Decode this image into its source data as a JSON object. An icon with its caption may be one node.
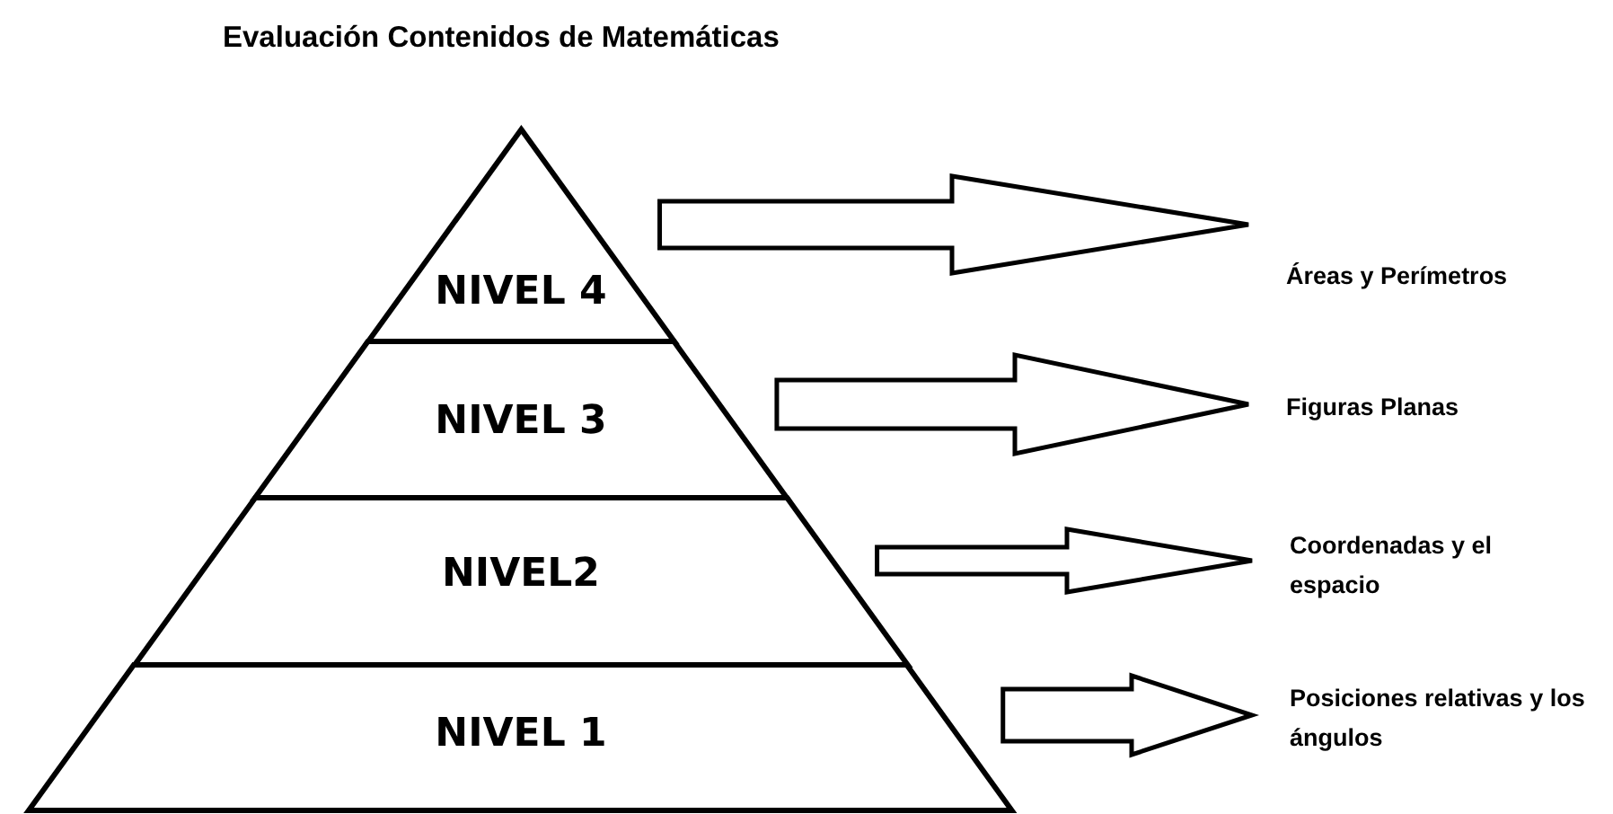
{
  "diagram": {
    "title": "Evaluación Contenidos de Matemáticas",
    "nodes": [
      {
        "text": [
          "NIVEL 4"
        ]
      },
      {
        "text": [
          "NIVEL 3"
        ]
      },
      {
        "text": [
          "NIVEL2"
        ]
      },
      {
        "text": [
          "NIVEL 1"
        ]
      },
      {
        "text": [
          "Áreas y Perímetros"
        ]
      },
      {
        "text": [
          "Figuras Planas"
        ]
      },
      {
        "text": [
          "Coordenadas y el espacio"
        ]
      },
      {
        "text": [
          "Posiciones relativas y los ángulos"
        ]
      }
    ],
    "edges": [
      {
        "from": 0,
        "to": 4,
        "arrow": "to"
      },
      {
        "from": 1,
        "to": 5,
        "arrow": "to"
      },
      {
        "from": 2,
        "to": 6,
        "arrow": "to"
      },
      {
        "from": 3,
        "to": 7,
        "arrow": "to"
      }
    ]
  }
}
